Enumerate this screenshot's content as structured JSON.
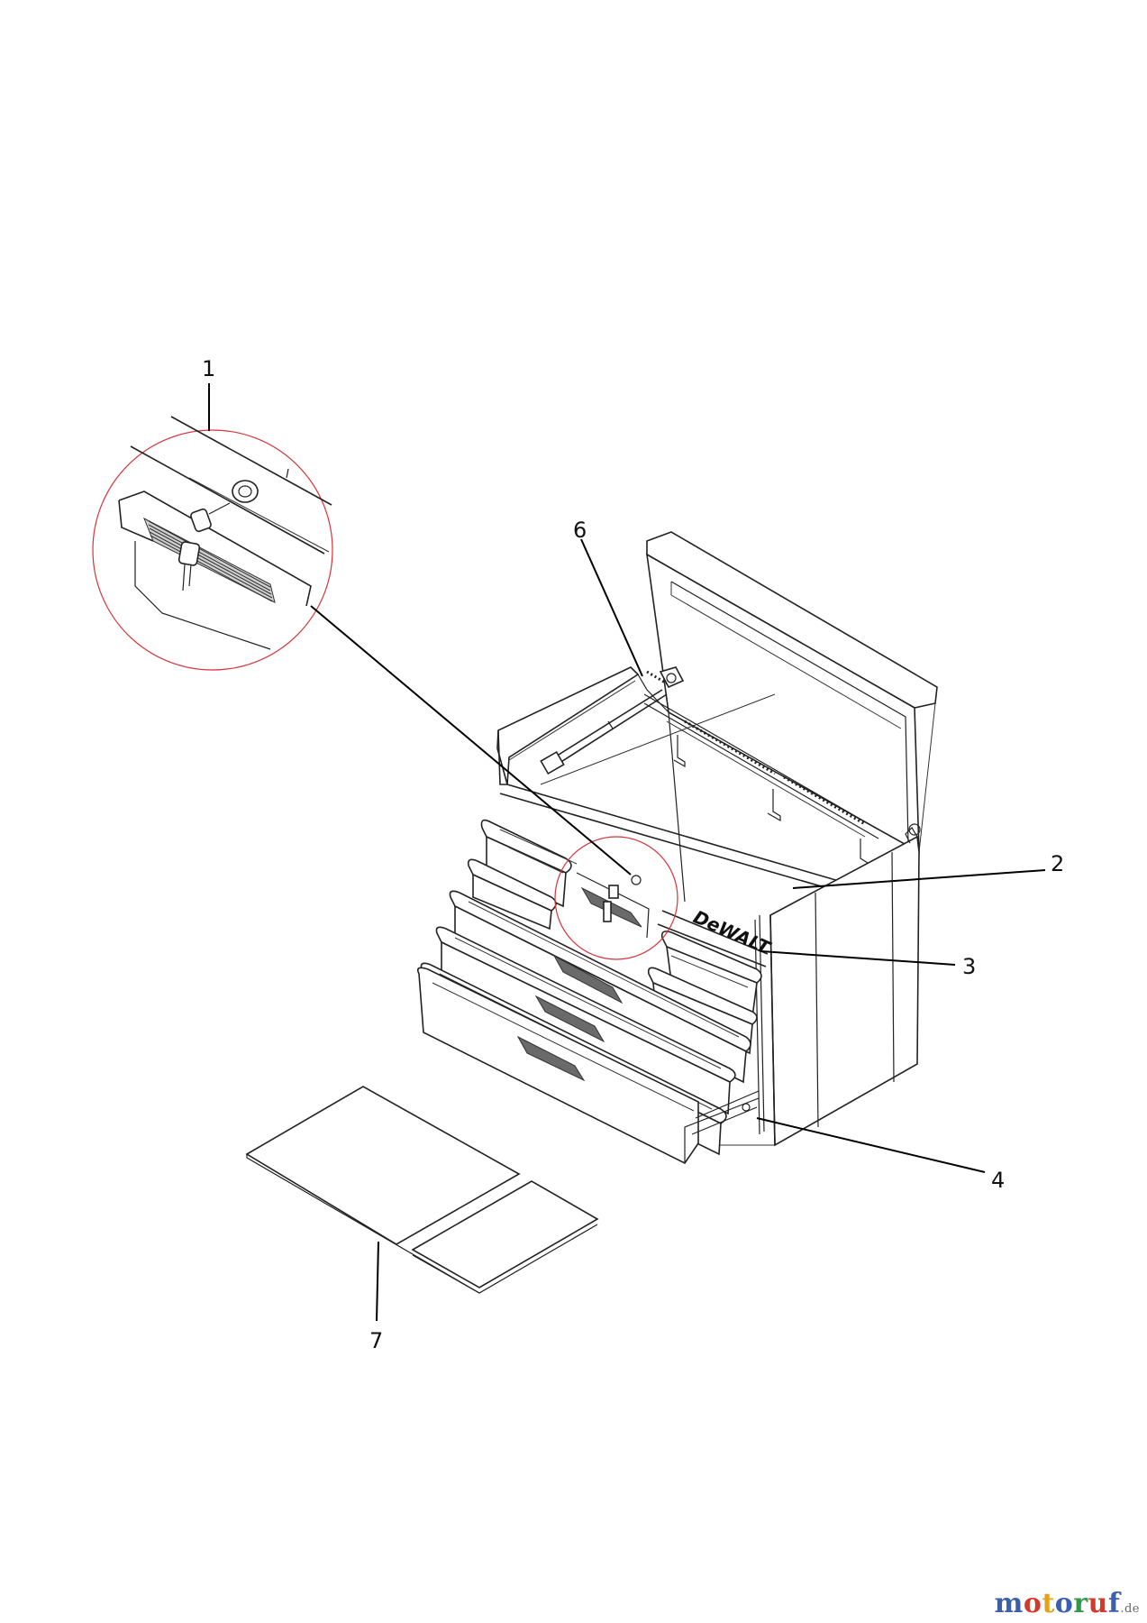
{
  "callouts": {
    "c1": "1",
    "c2": "2",
    "c3": "3",
    "c4": "4",
    "c6": "6",
    "c7": "7"
  },
  "brand_label": "DeWALT",
  "watermark": {
    "letters": [
      "m",
      "o",
      "t",
      "o",
      "r",
      "u",
      "f"
    ],
    "colors": [
      "#3a5fb0",
      "#d23b2c",
      "#e3a21a",
      "#3a5fb0",
      "#2e9a48",
      "#d23b2c",
      "#3a5fb0"
    ],
    "tld": ".de"
  },
  "zoom_circle_color": "#d8333a"
}
